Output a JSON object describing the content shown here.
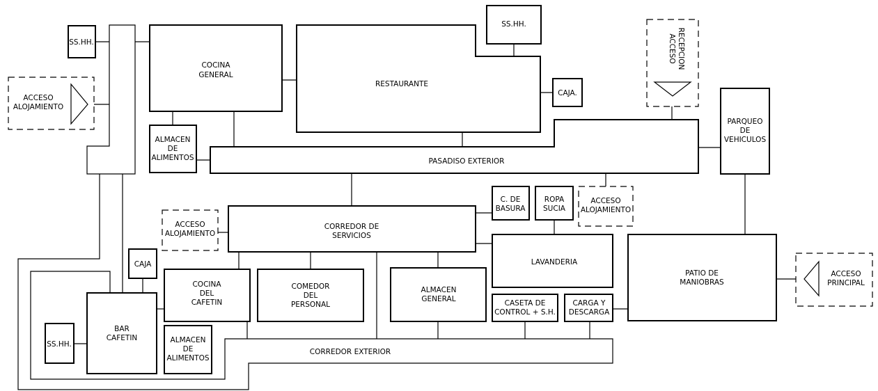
{
  "diagram": {
    "rooms": {
      "sshh_top_left": "SS.HH.",
      "cocina_general": [
        "COCINA",
        "GENERAL"
      ],
      "restaurante": "RESTAURANTE",
      "sshh_top": "SS.HH.",
      "caja_restaurant": "CAJA.",
      "almacen_alimentos_top": [
        "ALMACEN",
        "DE",
        "ALIMENTOS"
      ],
      "pasadiso_exterior": "PASADISO EXTERIOR",
      "parqueo": [
        "PARQUEO",
        "DE",
        "VEHICULOS"
      ],
      "c_basura": [
        "C. DE",
        "BASURA"
      ],
      "ropa_sucia": [
        "ROPA",
        "SUCIA"
      ],
      "corredor_servicios": [
        "CORREDOR DE",
        "SERVICIOS"
      ],
      "lavanderia": "LAVANDERIA",
      "patio_maniobras": [
        "PATIO DE",
        "MANIOBRAS"
      ],
      "caja_cafetin": "CAJA",
      "cocina_cafetin": [
        "COCINA",
        "DEL",
        "CAFETIN"
      ],
      "comedor_personal": [
        "COMEDOR",
        "DEL",
        "PERSONAL"
      ],
      "almacen_general": [
        "ALMACEN",
        "GENERAL"
      ],
      "caseta_control": [
        "CASETA DE",
        "CONTROL + S.H."
      ],
      "carga_descarga": [
        "CARGA Y",
        "DESCARGA"
      ],
      "bar_cafetin": [
        "BAR",
        "CAFETIN"
      ],
      "sshh_bottom_left": "SS.HH.",
      "almacen_alimentos_bottom": [
        "ALMACEN",
        "DE",
        "ALIMENTOS"
      ],
      "corredor_exterior": "CORREDOR EXTERIOR"
    },
    "accesses": {
      "alojamiento_left": [
        "ACCESO",
        "ALOJAMIENTO"
      ],
      "recepcion": [
        "ACCESO",
        "RECEPCION"
      ],
      "alojamiento_mid": [
        "ACCESO",
        "ALOJAMIENTO"
      ],
      "alojamiento_left_lower": [
        "ACCESO",
        "ALOJAMIENTO"
      ],
      "principal": [
        "ACCESO",
        "PRINCIPAL"
      ]
    }
  }
}
